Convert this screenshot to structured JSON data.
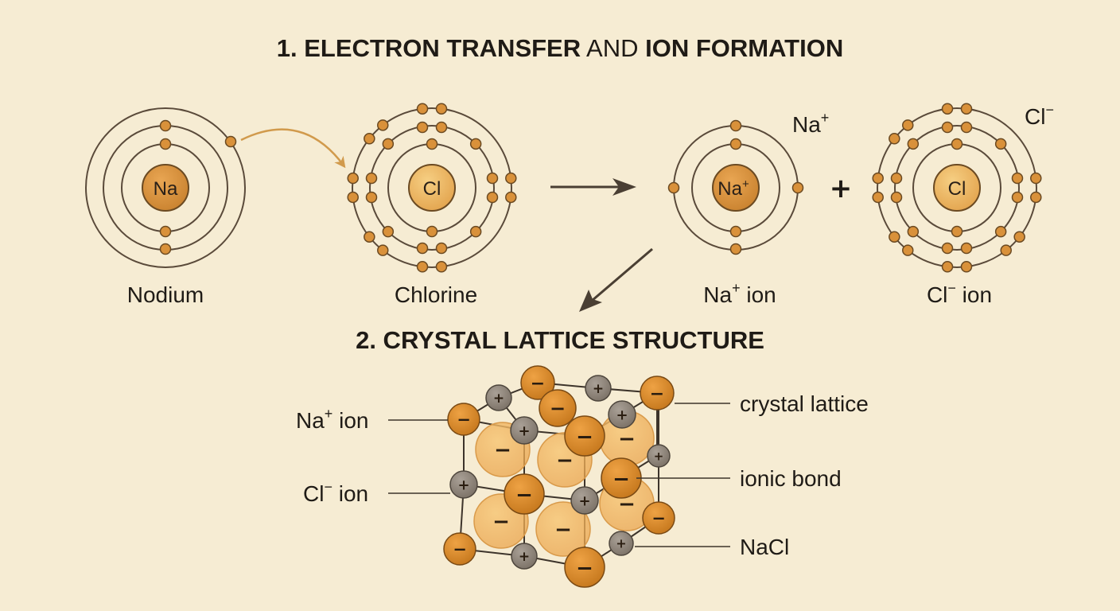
{
  "section1": {
    "title_a": "1. ELECTRON TRANSFER",
    "title_b": " AND ",
    "title_c": "ION FORMATION"
  },
  "atoms": {
    "sodium": {
      "symbol": "Na",
      "label": "Nodium"
    },
    "chlorine": {
      "symbol": "Cl",
      "label": "Chlorine"
    },
    "na_ion": {
      "symbol": "Na",
      "charge": "+",
      "corner_symbol": "Na",
      "corner_charge": "+",
      "label": "Na",
      "label_charge": "+",
      "label_suffix": " ion"
    },
    "cl_ion": {
      "symbol": "Cl",
      "corner_symbol": "Cl",
      "corner_charge": "−",
      "label": "Cl",
      "label_charge": "−",
      "label_suffix": " ion"
    }
  },
  "plus_sign": "+",
  "section2": {
    "title": "2. CRYSTAL LATTICE STRUCTURE"
  },
  "lattice_labels": {
    "na_ion": {
      "symbol": "Na",
      "charge": "+",
      "suffix": " ion"
    },
    "cl_ion": {
      "symbol": "Cl",
      "charge": "−",
      "suffix": " ion"
    },
    "crystal_lattice": "crystal lattice",
    "ionic_bond": "ionic bond",
    "nacl": "NaCl"
  },
  "ion_signs": {
    "positive": "+",
    "negative": "−"
  },
  "colors": {
    "background": "#f6ecd3",
    "na_nucleus": "#d9913a",
    "cl_nucleus": "#f0bd6a",
    "electron": "#d9913a",
    "na_ion_sphere": "#8f8579",
    "cl_ion_sphere": "#d98a2c",
    "translucent_sphere": "#f0b560"
  }
}
